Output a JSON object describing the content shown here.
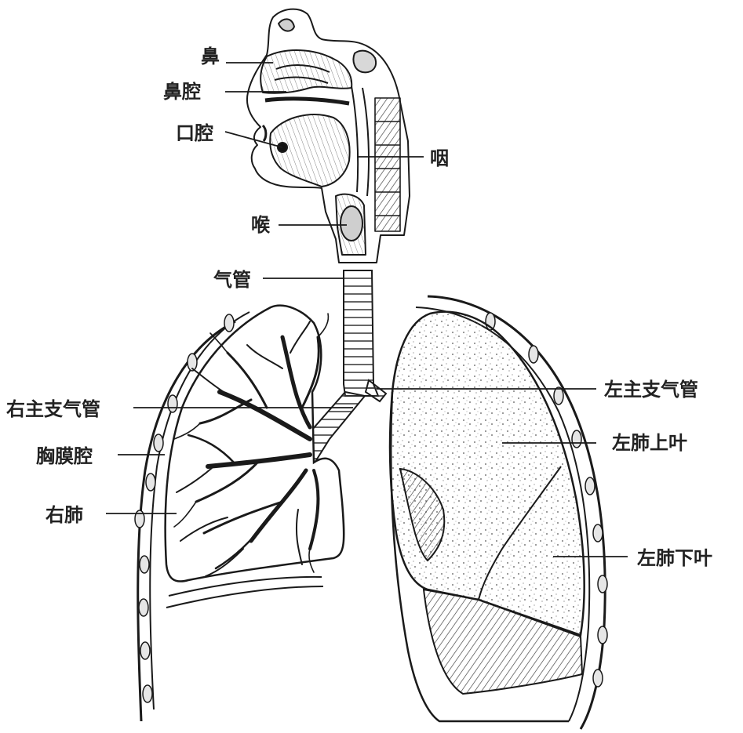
{
  "diagram": {
    "labels": {
      "nose": "鼻",
      "nasal_cavity": "鼻腔",
      "oral_cavity": "口腔",
      "pharynx": "咽",
      "larynx": "喉",
      "trachea": "气管",
      "left_main_bronchus": "左主支气管",
      "right_main_bronchus": "右主支气管",
      "left_upper_lobe": "左肺上叶",
      "pleural_cavity": "胸膜腔",
      "right_lung": "右肺",
      "left_lower_lobe": "左肺下叶"
    }
  }
}
